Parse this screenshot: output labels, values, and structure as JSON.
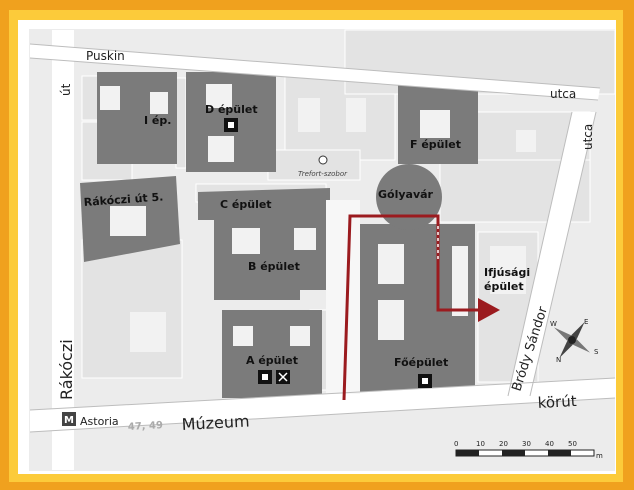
{
  "streets": {
    "puskin": "Puskin",
    "utca_top": "utca",
    "utca_right": "utca",
    "rakoczi_ut": "út",
    "rakoczi": "Rákóczi",
    "muzeum": "Múzeum",
    "korut": "körút",
    "brody": "Bródy Sándor"
  },
  "buildings": {
    "i_ep": "I ép.",
    "d_epulet": "D épület",
    "f_epulet": "F épület",
    "rakoczi_5": "Rákóczi út 5.",
    "c_epulet": "C épület",
    "golyavar": "Gólyavár",
    "b_epulet": "B épület",
    "ifjusagi_1": "Ifjúsági",
    "ifjusagi_2": "épület",
    "a_epulet": "A épület",
    "foepulet": "Főépület"
  },
  "landmarks": {
    "trefort": "Trefort-szobor",
    "metro_letter": "M",
    "astoria": "Astoria",
    "tram_lines": "47, 49"
  },
  "scale": {
    "ticks": [
      "0",
      "10",
      "20",
      "30",
      "40",
      "50"
    ],
    "unit": "m"
  },
  "compass": {
    "n": "N",
    "e": "E",
    "s": "S",
    "w": "W"
  },
  "colors": {
    "frame_outer": "#f0a11e",
    "frame_inner": "#fccb3a",
    "building": "#7b7b7b",
    "building_light": "#e2e2e2",
    "route": "#9b1b1f"
  }
}
